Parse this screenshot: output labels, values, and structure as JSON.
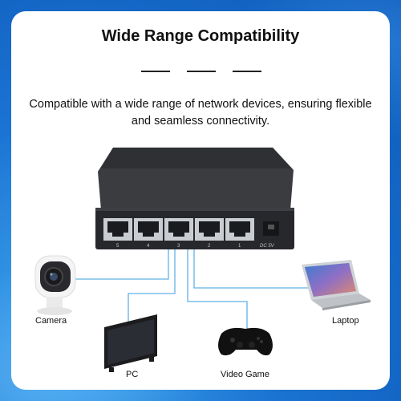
{
  "title": "Wide Range Compatibility",
  "description": "Compatible with a wide range of network devices, ensuring flexible and seamless connectivity.",
  "switch": {
    "port_labels": [
      "5",
      "4",
      "3",
      "2",
      "1"
    ],
    "power_label": "DC 5V"
  },
  "devices": {
    "camera": "Camera",
    "pc": "PC",
    "video_game": "Video Game",
    "laptop": "Laptop"
  },
  "colors": {
    "background": "#1b74d2",
    "card": "#ffffff",
    "cable": "#5fb2e8",
    "switch_body": "#2b2d31"
  }
}
